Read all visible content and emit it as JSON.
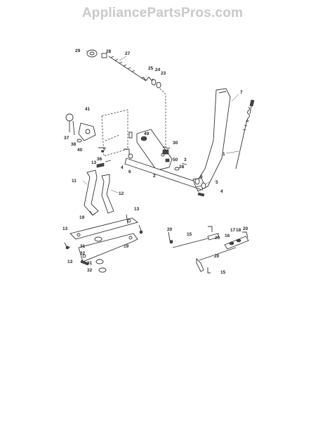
{
  "watermark": "AppliancePartsPros.com",
  "labels": {
    "p29": "29",
    "p28a": "28",
    "p27": "27",
    "p25": "25",
    "p24": "24",
    "p23": "23",
    "p7": "7",
    "p41": "41",
    "p37": "37",
    "p38": "38",
    "p40": "40",
    "p49": "49",
    "p30": "30",
    "p36": "36",
    "p4a": "4",
    "p6a": "6",
    "p50": "50",
    "p3": "3",
    "p28b": "28",
    "p2": "2",
    "p1": "1",
    "p6b": "6",
    "p5": "5",
    "p4b": "4",
    "p11": "11",
    "p12": "12",
    "p13a": "13",
    "p13b": "13",
    "p19a": "19",
    "p13c": "13",
    "p31a": "31",
    "p32a": "32",
    "p19b": "19",
    "p13d": "13",
    "p31b": "31",
    "p32b": "32",
    "p20a": "20",
    "p15a": "15",
    "p20b": "20",
    "p17": "17",
    "p18": "18",
    "p20c": "20",
    "p16": "16",
    "p20d": "20",
    "p15b": "15"
  }
}
